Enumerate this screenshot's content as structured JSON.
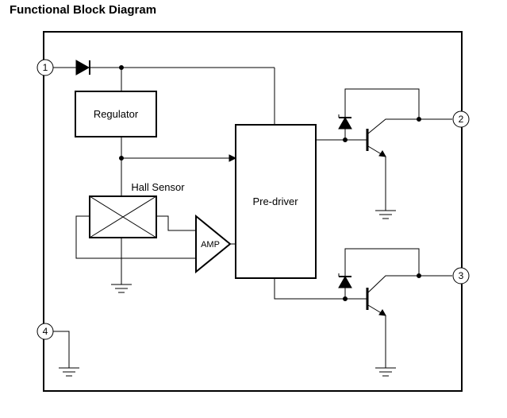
{
  "title": "Functional Block Diagram",
  "blocks": {
    "regulator": "Regulator",
    "hall_sensor": "Hall Sensor",
    "amp": "AMP",
    "pre_driver": "Pre-driver"
  },
  "pins": {
    "p1": "1",
    "p2": "2",
    "p3": "3",
    "p4": "4"
  }
}
